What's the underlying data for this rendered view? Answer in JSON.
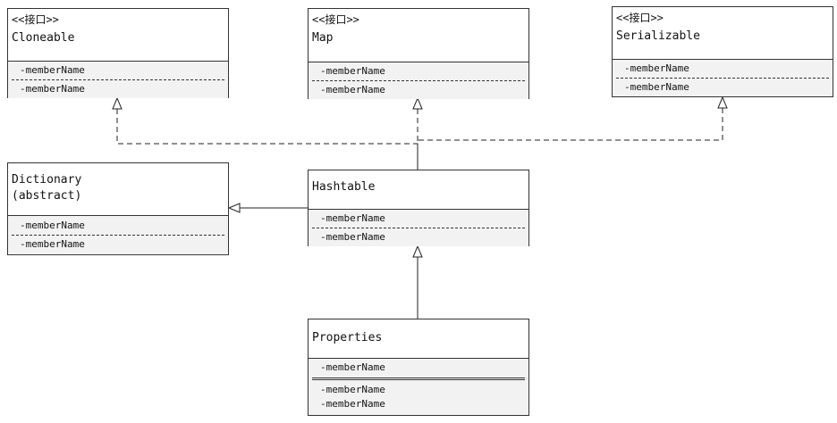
{
  "classes": {
    "cloneable": {
      "stereotype": "<<接口>>",
      "name": "Cloneable",
      "members": [
        "-memberName",
        "-memberName"
      ]
    },
    "map": {
      "stereotype": "<<接口>>",
      "name": "Map",
      "members": [
        "-memberName",
        "-memberName"
      ]
    },
    "serializable": {
      "stereotype": "<<接口>>",
      "name": "Serializable",
      "members": [
        "-memberName",
        "-memberName"
      ]
    },
    "dictionary": {
      "name": "Dictionary",
      "subtitle": "(abstract)",
      "members": [
        "-memberName",
        "-memberName"
      ]
    },
    "hashtable": {
      "name": "Hashtable",
      "members": [
        "-memberName",
        "-memberName"
      ]
    },
    "properties": {
      "name": "Properties",
      "members": [
        "-memberName",
        "-memberName",
        "-memberName"
      ]
    }
  },
  "relations": [
    {
      "from": "Hashtable",
      "to": "Cloneable",
      "kind": "realization"
    },
    {
      "from": "Hashtable",
      "to": "Map",
      "kind": "realization"
    },
    {
      "from": "Hashtable",
      "to": "Serializable",
      "kind": "realization"
    },
    {
      "from": "Hashtable",
      "to": "Dictionary",
      "kind": "generalization"
    },
    {
      "from": "Properties",
      "to": "Hashtable",
      "kind": "generalization"
    }
  ]
}
